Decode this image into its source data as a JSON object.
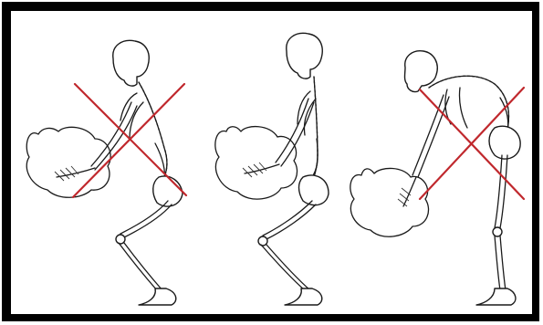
{
  "figures": [
    {
      "posture": "squat-rounded-back",
      "marked_wrong": true
    },
    {
      "posture": "squat-straight-back",
      "marked_wrong": false
    },
    {
      "posture": "stoop-rounded-back",
      "marked_wrong": true
    }
  ],
  "colors": {
    "frame": "#000000",
    "background": "#ffffff",
    "cross": "#c0282d",
    "line": "#1a1a1a"
  },
  "icons": [
    "skeleton",
    "load-sack",
    "cross-mark"
  ]
}
